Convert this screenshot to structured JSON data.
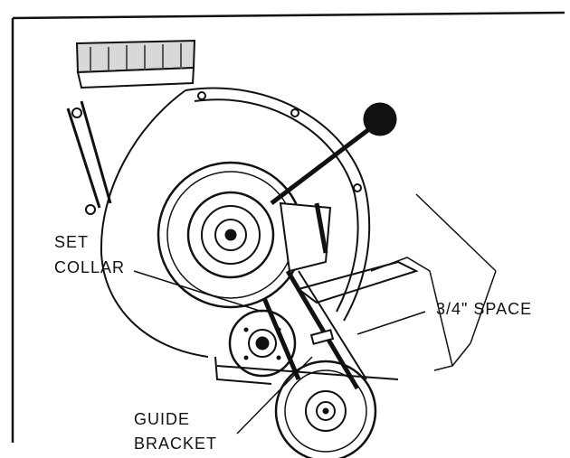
{
  "labels": {
    "set_collar_line1": "SET",
    "set_collar_line2": "COLLAR",
    "space": "3/4\" SPACE",
    "guide_bracket_line1": "GUIDE",
    "guide_bracket_line2": "BRACKET"
  }
}
